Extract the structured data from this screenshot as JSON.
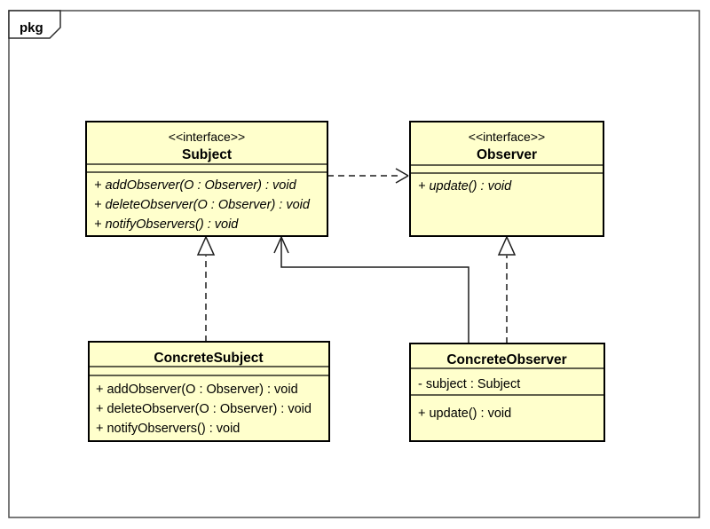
{
  "package": {
    "label": "pkg"
  },
  "colors": {
    "class_fill": "#FFFFCC",
    "class_border": "#000000",
    "frame_border": "#4D4D4D",
    "connector": "#1C1C1C",
    "background": "#FFFFFF"
  },
  "classes": {
    "subject": {
      "stereotype": "<<interface>>",
      "name": "Subject",
      "attributes": [],
      "methods": [
        "+ addObserver(O : Observer) : void",
        "+ deleteObserver(O : Observer) : void",
        "+ notifyObservers() : void"
      ]
    },
    "observer": {
      "stereotype": "<<interface>>",
      "name": "Observer",
      "attributes": [],
      "methods": [
        "+ update() : void"
      ]
    },
    "concrete_subject": {
      "stereotype": "",
      "name": "ConcreteSubject",
      "attributes": [],
      "methods": [
        "+ addObserver(O : Observer) : void",
        "+ deleteObserver(O : Observer) : void",
        "+ notifyObservers() : void"
      ]
    },
    "concrete_observer": {
      "stereotype": "",
      "name": "ConcreteObserver",
      "attributes": [
        "- subject : Subject"
      ],
      "methods": [
        "+ update() : void"
      ]
    }
  },
  "relationships": [
    {
      "from": "Subject",
      "to": "Observer",
      "type": "dependency",
      "style": "dashed-open-arrow"
    },
    {
      "from": "ConcreteSubject",
      "to": "Subject",
      "type": "realization",
      "style": "dashed-hollow-triangle"
    },
    {
      "from": "ConcreteObserver",
      "to": "Observer",
      "type": "realization",
      "style": "dashed-hollow-triangle"
    },
    {
      "from": "ConcreteObserver",
      "to": "Subject",
      "type": "association",
      "style": "solid-open-arrow"
    }
  ]
}
